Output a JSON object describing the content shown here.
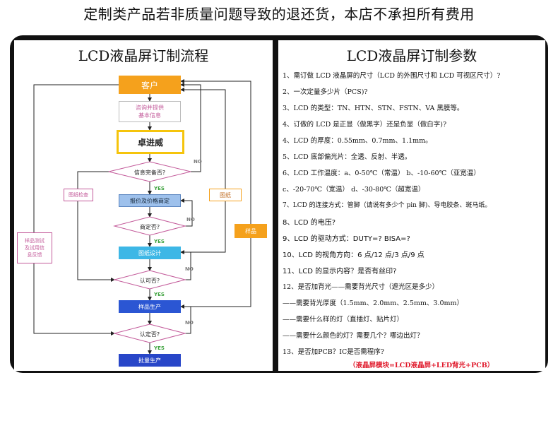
{
  "banner": "定制类产品若非质量问题导致的退还货，本店不承担所有费用",
  "flow": {
    "title": "LCD液晶屏订制流程",
    "customer": "客户",
    "consult_line1": "咨询并提供",
    "consult_line2": "基本信息",
    "company": "卓进威",
    "q_info": "信息完备否?",
    "quote": "报价及价格商定",
    "q_agree": "商定否?",
    "drawing_design": "图纸设计",
    "q_approve": "认可否?",
    "sample_production": "样品生产",
    "q_confirm": "认定否?",
    "mass_production": "批量生产",
    "drawings": "图纸",
    "samples": "样品",
    "sample_check": "图纸检查",
    "sample_test_line1": "样品测试",
    "sample_test_line2": "及试用信",
    "sample_test_line3": "息反馈",
    "yes": "YES",
    "no": "NO"
  },
  "params": {
    "title": "LCD液晶屏订制参数",
    "items": [
      "1、需订做 LCD 液晶屏的尺寸（LCD 的外围尺寸和 LCD 可视区尺寸）?",
      "2、一次定量多少片（PCS)?",
      "3、LCD 的类型：TN、HTN、STN、FSTN、VA 黑膜等。",
      "4、订做的 LCD 是正显（做黑字）还是负显（做白字)?",
      "4、LCD 的厚度：0.55mm、0.7mm、1.1mm。",
      "5、LCD 底部偏光片：全透、反射、半透。",
      "6、LCD  工作温度：a、0-50℃（常温）      b、-10-60℃（亚宽温）",
      "              c、-20-70℃（宽温）      d、-30-80℃（超宽温）",
      "7、LCD 的连接方式：管脚（请说有多少个 pin 脚)、导电胶条、斑马纸。",
      "8、LCD 的电压?",
      "9、LCD 的驱动方式：DUTY=?   BISA=?",
      "10、LCD 的视角方向：6 点/12 点/3 点/9 点",
      "11、LCD 的显示内容？是否有丝印?",
      "12、是否加背光——需要背光尺寸（遮光区是多少）",
      "              ——需要背光厚度（1.5mm、2.0mm、2.5mm、3.0mm）",
      "              ——需要什么样的灯（直插灯、贴片灯）",
      "              ——需要什么颜色的灯？需要几个？哪边出灯？",
      "13、是否加PCB？IC是否需程序?"
    ],
    "footer": "（液晶屏模块=LCD液晶屏+LED背光+PCB）"
  }
}
